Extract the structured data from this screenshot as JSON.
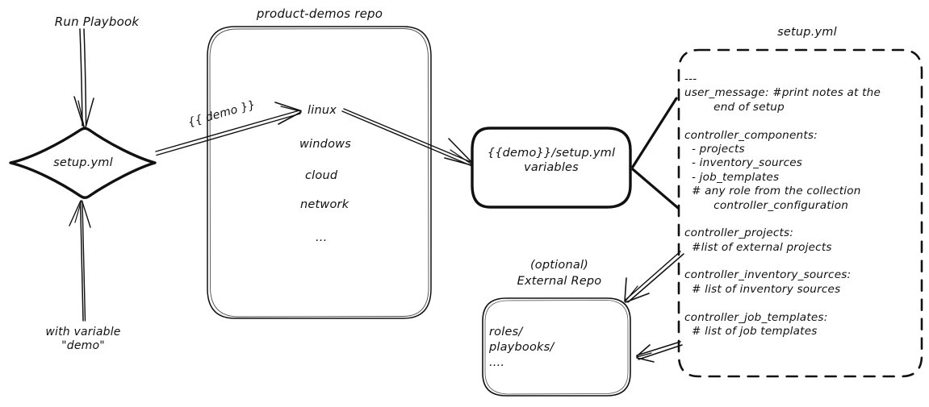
{
  "diagram": {
    "title": "Ansible product-demos setup.yml flow",
    "stroke_color": "#111111",
    "background": "#ffffff"
  },
  "nodes": {
    "run_playbook_label": "Run Playbook",
    "setup_diamond": "setup.yml",
    "with_variable_label_line1": "with variable",
    "with_variable_label_line2": "\"demo\"",
    "repo_title": "product-demos repo",
    "repo_items": [
      "linux",
      "windows",
      "cloud",
      "network",
      "..."
    ],
    "vars_box_line1": "{{demo}}/setup.yml",
    "vars_box_line2": "variables",
    "external_repo_title_line1": "(optional)",
    "external_repo_title_line2": "External Repo",
    "external_repo_items": [
      "roles/",
      "playbooks/",
      "...."
    ],
    "setup_yml_title": "setup.yml",
    "setup_yml_content": "---\nuser_message: #print notes at the\n        end of setup\n\ncontroller_components:\n  - projects\n  - inventory_sources\n  - job_templates\n  # any role from the collection\n        controller_configuration\n\ncontroller_projects:\n  #list of external projects\n\ncontroller_inventory_sources:\n  # list of inventory sources\n\ncontroller_job_templates:\n  # list of job templates"
  },
  "edges": {
    "demo_var_label": "{{ demo }}"
  }
}
